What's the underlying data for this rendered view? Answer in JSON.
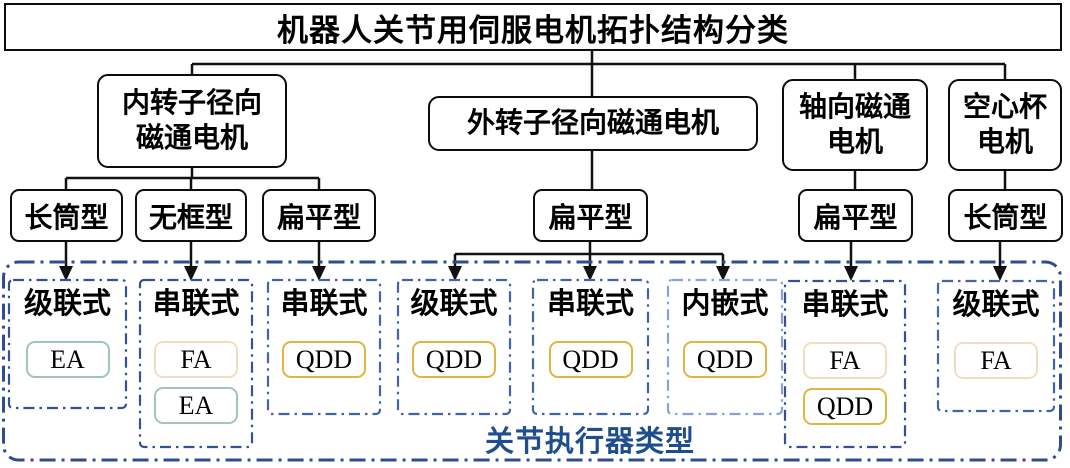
{
  "title": "机器人关节用伺服电机拓扑结构分类",
  "motor_categories": [
    {
      "lines": [
        "内转子径向",
        "磁通电机"
      ]
    },
    {
      "lines": [
        "外转子径向磁通电机"
      ]
    },
    {
      "lines": [
        "轴向磁通",
        "电机"
      ]
    },
    {
      "lines": [
        "空心杯",
        "电机"
      ]
    }
  ],
  "form_factors": [
    {
      "label": "长筒型"
    },
    {
      "label": "无框型"
    },
    {
      "label": "扁平型"
    },
    {
      "label": "扁平型"
    },
    {
      "label": "扁平型"
    },
    {
      "label": "长筒型"
    }
  ],
  "actuator_groups": [
    {
      "type": "级联式",
      "chips": [
        "EA"
      ]
    },
    {
      "type": "串联式",
      "chips": [
        "FA",
        "EA"
      ]
    },
    {
      "type": "串联式",
      "chips": [
        "QDD"
      ]
    },
    {
      "type": "级联式",
      "chips": [
        "QDD"
      ]
    },
    {
      "type": "串联式",
      "chips": [
        "QDD"
      ]
    },
    {
      "type": "内嵌式",
      "chips": [
        "QDD"
      ]
    },
    {
      "type": "串联式",
      "chips": [
        "FA",
        "QDD"
      ]
    },
    {
      "type": "级联式",
      "chips": [
        "FA"
      ]
    }
  ],
  "footer_label": "关节执行器类型",
  "colors": {
    "ea_border": "#9fc6b4",
    "fa_border": "#f1ddc0",
    "qdd_border": "#e2b441",
    "outer_dashed_frame": "#2e4c8f",
    "inner_dashed_frame": "#33519b",
    "footer_text": "#1e4e8d",
    "connector": "#111111"
  }
}
